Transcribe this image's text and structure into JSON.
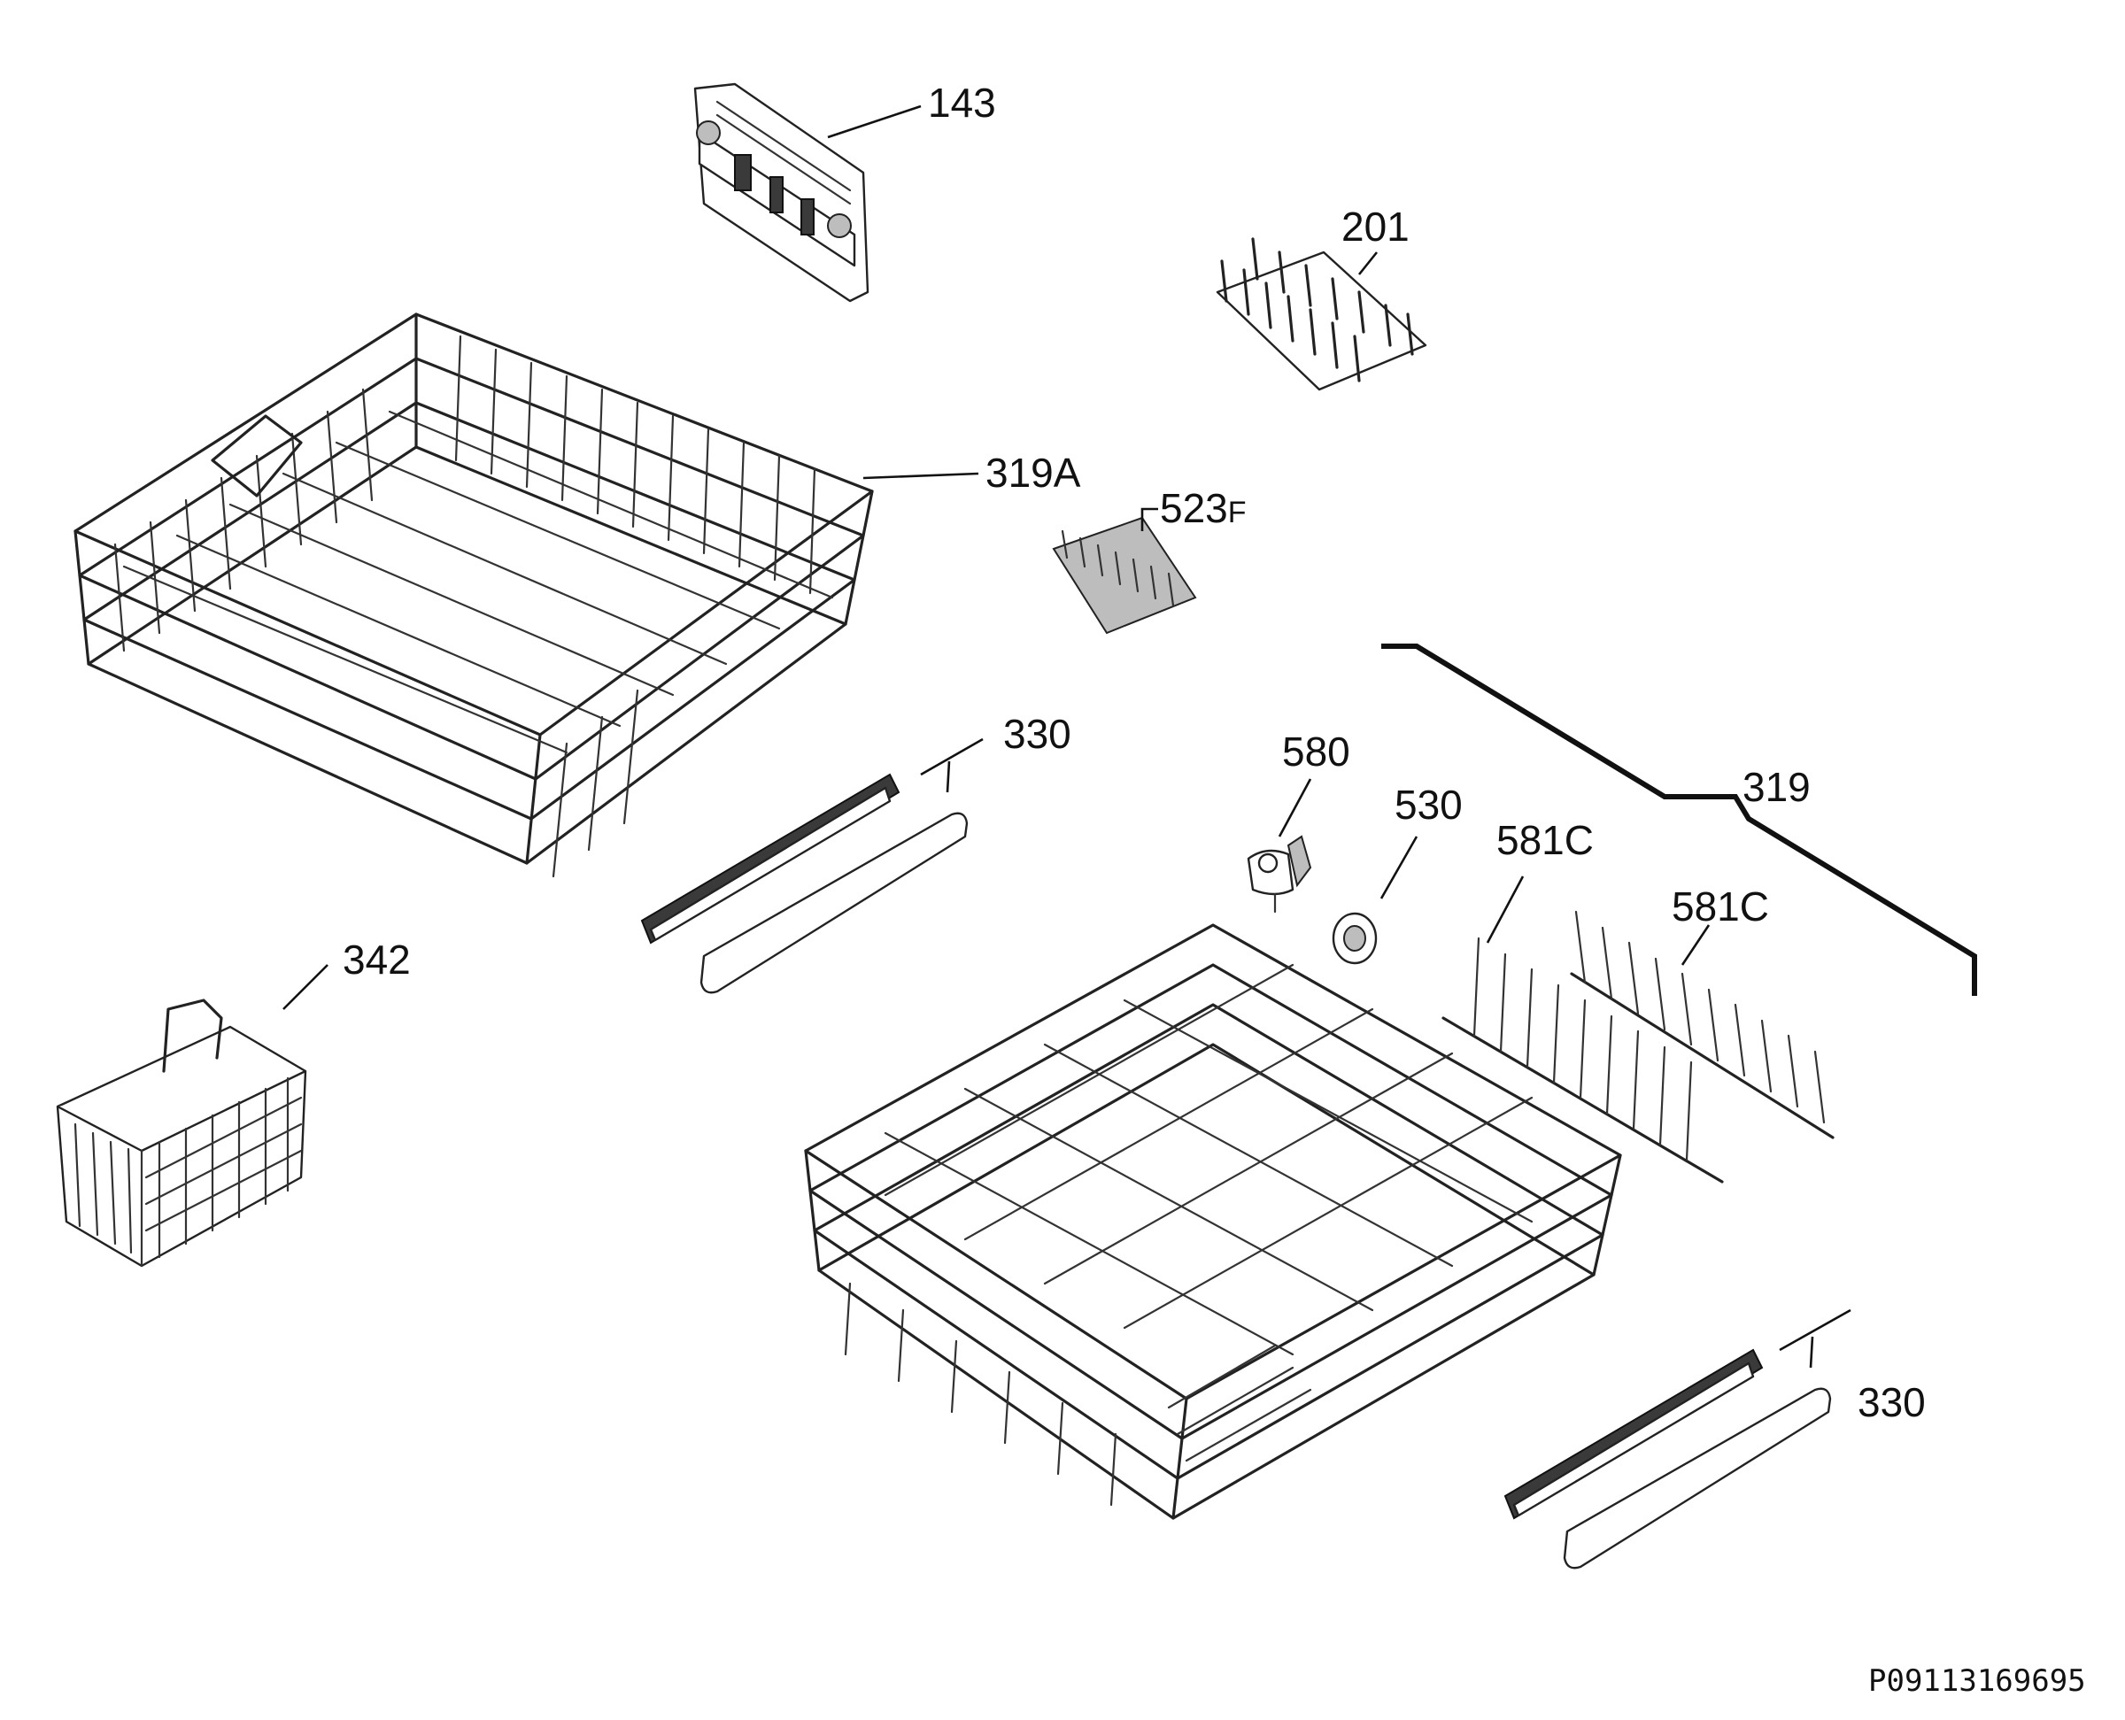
{
  "document_code": "P09113169695",
  "callouts": [
    {
      "id": "c143",
      "text": "143"
    },
    {
      "id": "c201",
      "text": "201"
    },
    {
      "id": "c319A",
      "text": "319A"
    },
    {
      "id": "c523F",
      "text": "523",
      "suffix": "F"
    },
    {
      "id": "c330a",
      "text": "330"
    },
    {
      "id": "c580",
      "text": "580"
    },
    {
      "id": "c530",
      "text": "530"
    },
    {
      "id": "c581Ca",
      "text": "581C"
    },
    {
      "id": "c581Cb",
      "text": "581C"
    },
    {
      "id": "c319",
      "text": "319"
    },
    {
      "id": "c342",
      "text": "342"
    },
    {
      "id": "c330b",
      "text": "330"
    }
  ]
}
